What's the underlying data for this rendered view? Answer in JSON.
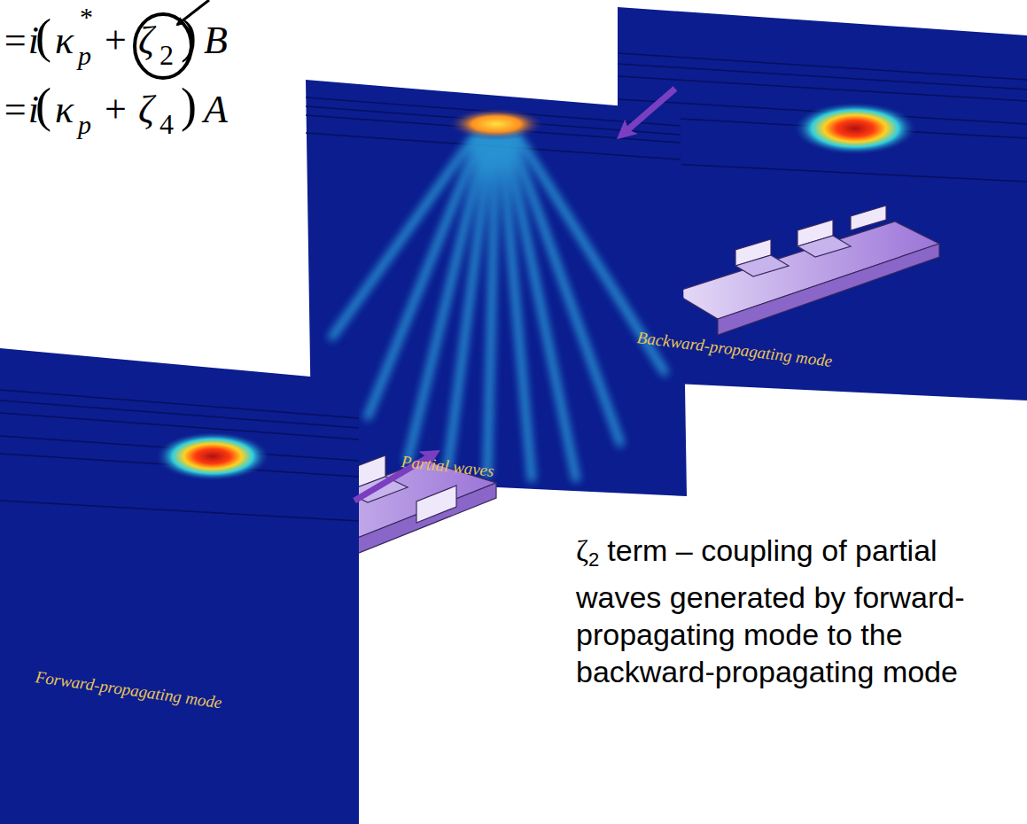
{
  "diagram": {
    "nodes": [
      {
        "text": [
          "Partial waves"
        ]
      },
      {
        "text": [
          "Backward-propagating mode"
        ]
      },
      {
        "text": [
          "Forward-propagating mode"
        ]
      }
    ],
    "labels": [
      "=i",
      "(",
      "κ",
      "*",
      "p",
      "+",
      "ζ",
      "2",
      ")",
      "B",
      "=i",
      "(",
      "κ",
      "p",
      "+",
      "ζ",
      "4",
      ")",
      "A",
      "ζ",
      "2",
      "term – coupling of partial waves generated by forward-propagating mode to the backward-propagating mode"
    ]
  }
}
